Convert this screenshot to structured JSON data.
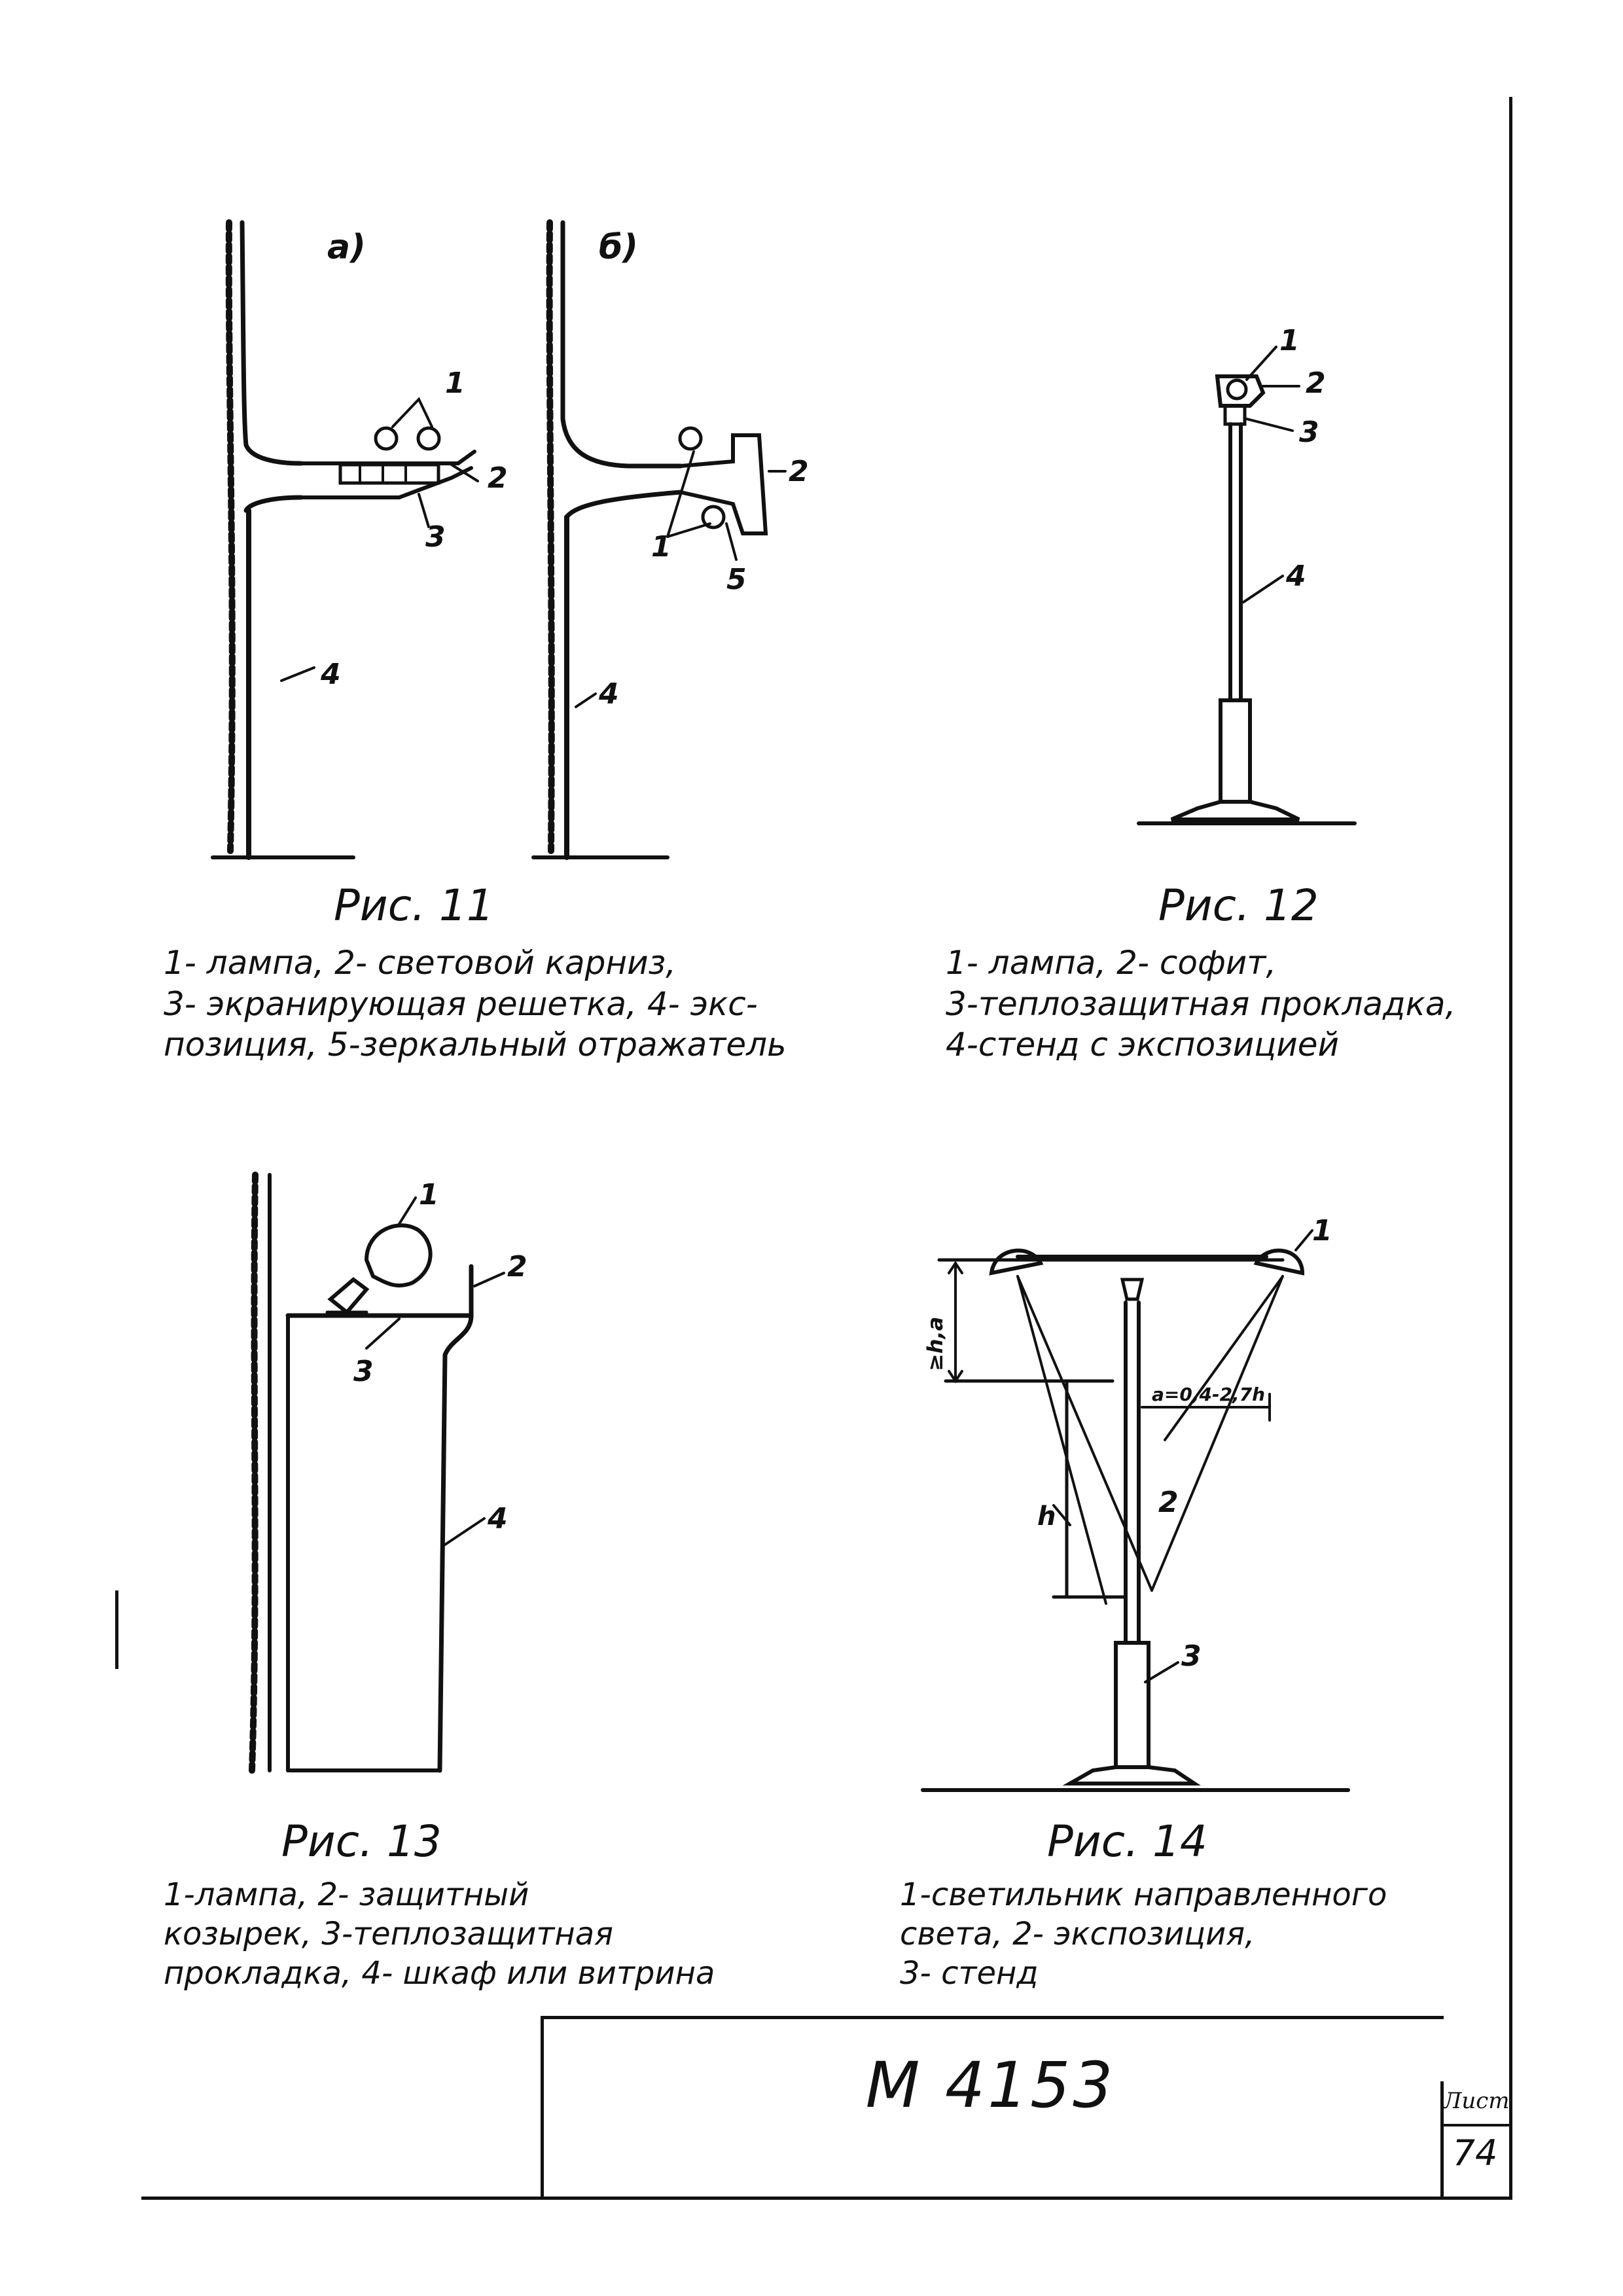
{
  "figures": {
    "fig11": {
      "title": "Рис. 11",
      "variant_a": "а)",
      "variant_b": "б)",
      "callouts_a": [
        "1",
        "2",
        "3",
        "4"
      ],
      "callouts_b": [
        "1",
        "2",
        "4",
        "5"
      ],
      "caption": [
        "1- лампа, 2- световой карниз,",
        "3- экранирующая решетка, 4- экс-",
        "позиция, 5-зеркальный отражатель"
      ]
    },
    "fig12": {
      "title": "Рис. 12",
      "callouts": [
        "1",
        "2",
        "3",
        "4"
      ],
      "caption": [
        "1- лампа, 2- софит,",
        "3-теплозащитная прокладка,",
        "4-стенд с экспозицией"
      ]
    },
    "fig13": {
      "title": "Рис. 13",
      "callouts": [
        "1",
        "2",
        "3",
        "4"
      ],
      "caption": [
        "1-лампа, 2- защитный",
        "козырек, 3-теплозащитная",
        "прокладка, 4- шкаф или витрина"
      ]
    },
    "fig14": {
      "title": "Рис. 14",
      "callouts": [
        "1",
        "2",
        "3"
      ],
      "dim_vertical": "≥h,a",
      "dim_horizontal": "a=0,4-2,7h",
      "dim_h": "h",
      "caption": [
        "1-светильник направленного",
        "света, 2- экспозиция,",
        "3- стенд"
      ]
    }
  },
  "stamp": {
    "code": "М 4153",
    "sheet_label": "Лист",
    "sheet_number": "74"
  }
}
